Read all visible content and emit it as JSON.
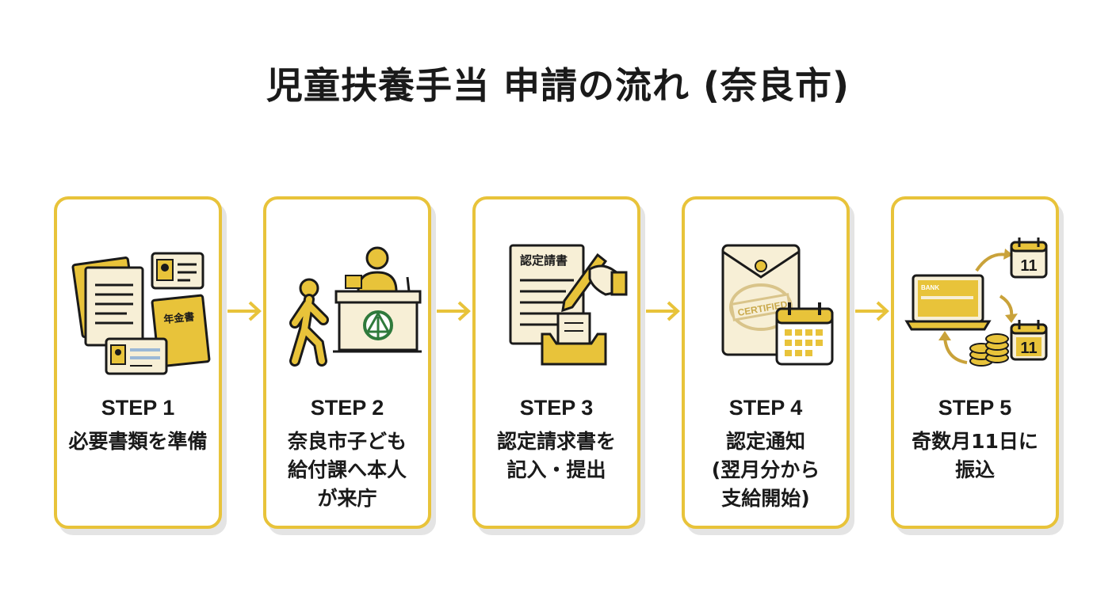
{
  "title": "児童扶養手当 申請の流れ (奈良市)",
  "colors": {
    "accent": "#e8c33a",
    "ink": "#1a1a1a",
    "paper": "#f7efd6"
  },
  "steps": [
    {
      "label": "STEP 1",
      "text": "必要書類を準備",
      "icon": "documents-icon",
      "icon_text": [
        "年金書"
      ]
    },
    {
      "label": "STEP 2",
      "text": "奈良市子ども\n給付課へ本人\nが来庁",
      "icon": "city-office-counter-icon",
      "icon_text": []
    },
    {
      "label": "STEP 3",
      "text": "認定請求書を\n記入・提出",
      "icon": "form-submission-icon",
      "icon_text": [
        "認定請書"
      ]
    },
    {
      "label": "STEP 4",
      "text": "認定通知\n(翌月分から\n支給開始)",
      "icon": "certified-notice-icon",
      "icon_text": [
        "CERTIFIED"
      ]
    },
    {
      "label": "STEP 5",
      "text": "奇数月11日に\n振込",
      "icon": "bank-transfer-icon",
      "icon_text": [
        "BANK",
        "11",
        "11"
      ]
    }
  ]
}
